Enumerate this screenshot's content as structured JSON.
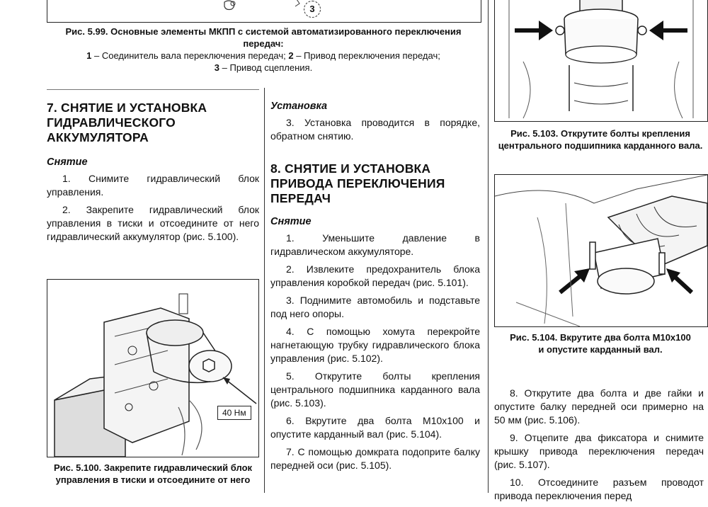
{
  "fig599": {
    "marker": "3",
    "caption_title": "Рис. 5.99. Основные элементы МКПП с системой автоматизированного переключения передач:",
    "legend_1_num": "1",
    "legend_1_text": " – Соединитель вала переключения передач; ",
    "legend_2_num": "2",
    "legend_2_text": " – Привод переключения передач;",
    "legend_3_num": "3",
    "legend_3_text": " – Привод сцепления."
  },
  "section7": {
    "title": "7. СНЯТИЕ И УСТАНОВКА ГИДРАВЛИЧЕСКОГО АККУМУЛЯТОРА",
    "removal_heading": "Снятие",
    "steps": [
      "1. Снимите гидравлический блок управления.",
      "2. Закрепите гидравлический блок управления в тиски и отсоедините от него гидравлический аккумулятор (рис. 5.100)."
    ]
  },
  "fig5100": {
    "torque": "40 Нм",
    "caption": "Рис. 5.100. Закрепите гидравлический блок управления в тиски и отсоедините от него"
  },
  "install7": {
    "heading": "Установка",
    "text": "3. Установка проводится в порядке, обратном снятию."
  },
  "section8": {
    "title": "8. СНЯТИЕ И УСТАНОВКА ПРИВОДА ПЕРЕКЛЮЧЕНИЯ ПЕРЕДАЧ",
    "removal_heading": "Снятие",
    "steps": [
      "1. Уменьшите давление в гидравлическом аккумуляторе.",
      "2. Извлеките предохранитель блока управления коробкой передач (рис. 5.101).",
      "3. Поднимите автомобиль и подставьте под него опоры.",
      "4. С помощью хомута перекройте нагнетающую трубку гидравлического блока управления (рис. 5.102).",
      "5. Открутите болты крепления центрального подшипника карданного вала (рис. 5.103).",
      "6. Вкрутите два болта М10х100 и опустите карданный вал (рис. 5.104).",
      "7. С помощью домкрата подоприте балку передней оси (рис. 5.105)."
    ]
  },
  "fig5103": {
    "caption": "Рис. 5.103. Открутите болты крепления центрального подшипника карданного вала."
  },
  "fig5104": {
    "caption": "Рис. 5.104. Вкрутите два болта М10х100 и опустите карданный вал."
  },
  "right_steps": [
    "8. Открутите два болта и две гайки и опустите балку передней оси примерно на 50 мм (рис. 5.106).",
    "9. Отцепите два фиксатора и снимите крышку привода переключения передач (рис. 5.107).",
    "10. Отсоедините разъем проводот привода переключения перед"
  ]
}
